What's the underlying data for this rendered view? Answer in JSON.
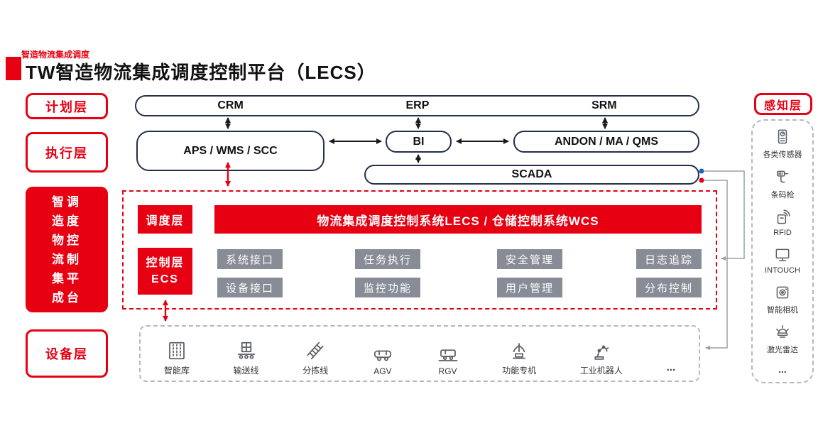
{
  "colors": {
    "accent_red": "#e60012",
    "box_border_navy": "#252f4a",
    "module_gray": "#878c96",
    "connector_gray": "#9aa0a6",
    "dot_blue": "#1565c0",
    "dot_red": "#e60012"
  },
  "page": {
    "overline": "智造物流集成调度",
    "title": "TW智造物流集成调度控制平台（LECS）"
  },
  "layers": {
    "plan": "计划层",
    "execute": "执行层",
    "platform_lines": [
      "智调",
      "造度",
      "物控",
      "流制",
      "集平",
      "成台"
    ],
    "device": "设备层",
    "perception": "感知层"
  },
  "top_row": {
    "items": [
      "CRM",
      "ERP",
      "SRM"
    ]
  },
  "exec_row": {
    "aps": "APS / WMS / SCC",
    "bi": "BI",
    "andon": "ANDON / MA / QMS",
    "scada": "SCADA"
  },
  "scheduling": {
    "label": "调度层",
    "bar": "物流集成调度控制系统LECS / 仓储控制系统WCS"
  },
  "control": {
    "label_line1": "控制层",
    "label_line2": "ECS",
    "modules_row1": [
      "系统接口",
      "任务执行",
      "安全管理",
      "日志追踪"
    ],
    "modules_row2": [
      "设备接口",
      "监控功能",
      "用户管理",
      "分布控制"
    ]
  },
  "devices": {
    "items": [
      {
        "label": "智能库",
        "icon": "warehouse-icon"
      },
      {
        "label": "输送线",
        "icon": "conveyor-icon"
      },
      {
        "label": "分拣线",
        "icon": "sorting-icon"
      },
      {
        "label": "AGV",
        "icon": "agv-icon"
      },
      {
        "label": "RGV",
        "icon": "rgv-icon"
      },
      {
        "label": "功能专机",
        "icon": "special-machine-icon"
      },
      {
        "label": "工业机器人",
        "icon": "robot-arm-icon"
      },
      {
        "label": "...",
        "icon": "ellipsis"
      }
    ]
  },
  "perception": {
    "items": [
      {
        "label": "各类传感器",
        "icon": "sensor-icon"
      },
      {
        "label": "条码枪",
        "icon": "barcode-scanner-icon"
      },
      {
        "label": "RFID",
        "icon": "rfid-icon"
      },
      {
        "label": "INTOUCH",
        "icon": "intouch-icon"
      },
      {
        "label": "智能相机",
        "icon": "smart-camera-icon"
      },
      {
        "label": "激光雷达",
        "icon": "lidar-icon"
      },
      {
        "label": "...",
        "icon": "ellipsis"
      }
    ]
  }
}
